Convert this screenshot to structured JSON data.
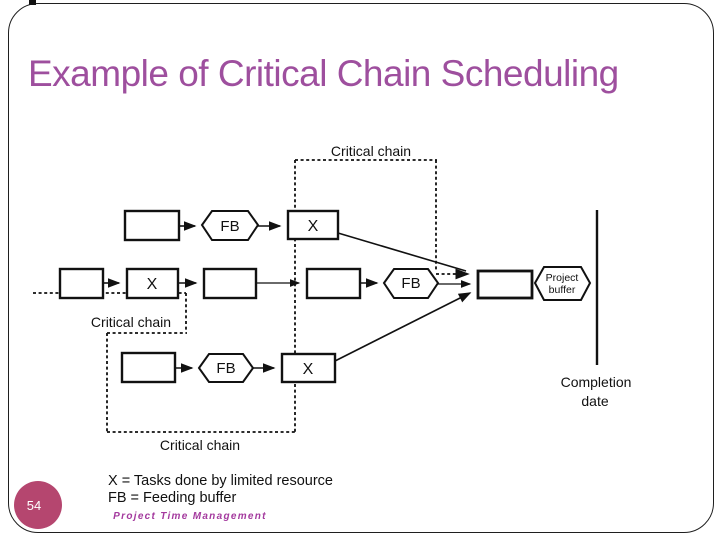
{
  "slide": {
    "title": "Example of Critical Chain Scheduling",
    "page_number": "54",
    "footer": "Project Time Management"
  },
  "colors": {
    "title_text": "#9e4f9e",
    "page_badge": "#b5466f",
    "footer_text": "#a43a9e",
    "diagram_ink": "#111111"
  },
  "diagram": {
    "x_label": "X",
    "fb_label": "FB",
    "chain_label_top": "Critical chain",
    "chain_label_middle": "Critical chain",
    "chain_label_bottom": "Critical chain",
    "project_buffer": {
      "line1": "Project",
      "line2": "buffer"
    },
    "completion": {
      "line1": "Completion",
      "line2": "date"
    },
    "legend": {
      "line1": "X = Tasks done by limited resource",
      "line2": "FB = Feeding buffer"
    }
  }
}
